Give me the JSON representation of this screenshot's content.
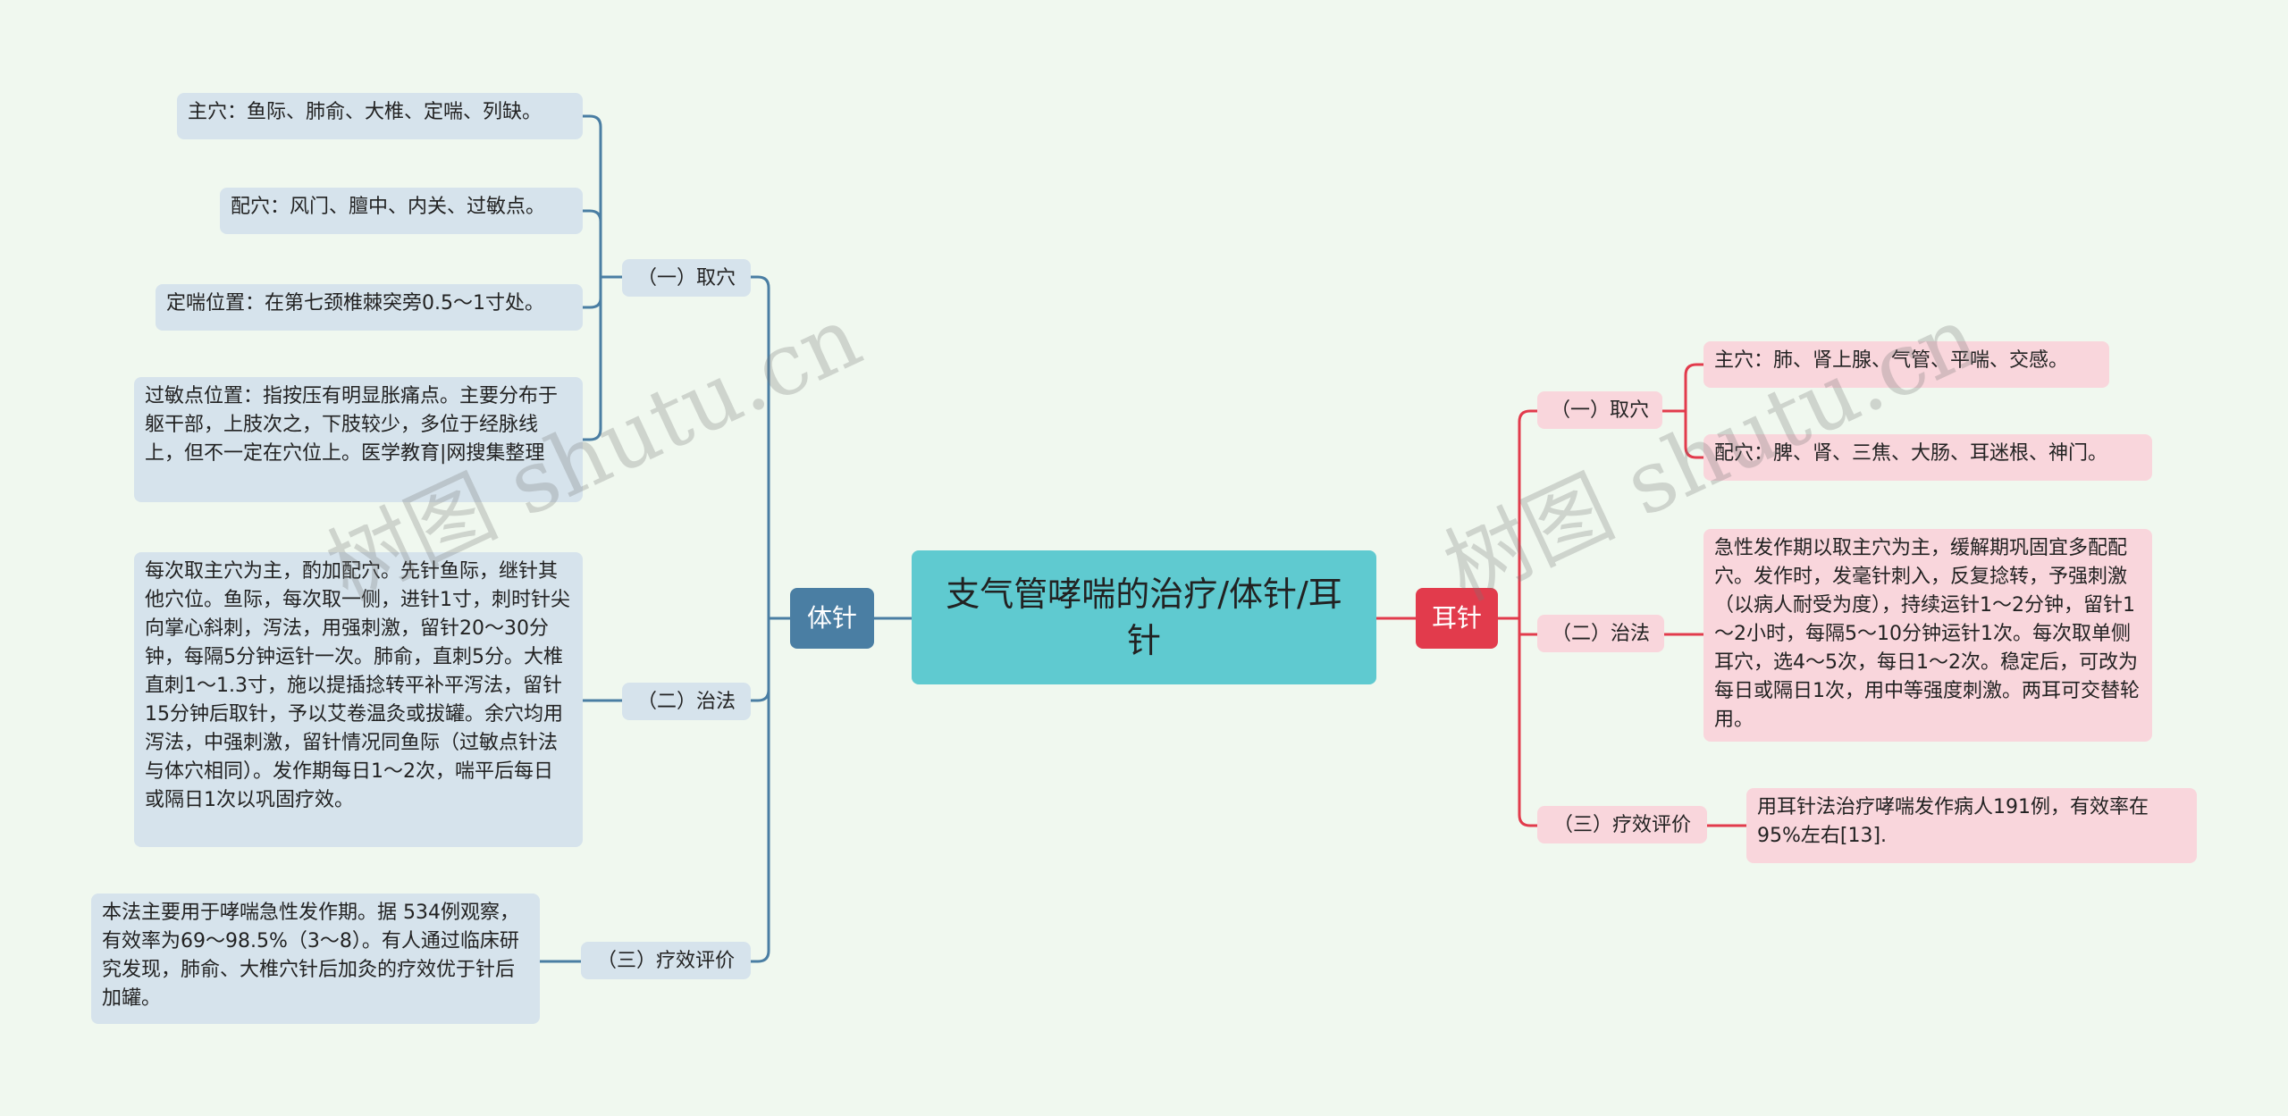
{
  "root": {
    "title": "支气管哮喘的治疗/体针/耳针"
  },
  "colors": {
    "background": "#f0f8ef",
    "root": "#5fcad0",
    "left_main": "#4a7ea3",
    "right_main": "#e23b4c",
    "left_line": "#4a7ea3",
    "right_line": "#e23b4c"
  },
  "left": {
    "label": "体针",
    "branches": [
      {
        "label": "（一）取穴",
        "leaves": [
          "主穴：鱼际、肺俞、大椎、定喘、列缺。",
          "配穴：风门、膻中、内关、过敏点。",
          "定喘位置：在第七颈椎棘突旁0.5～1寸处。",
          "过敏点位置：指按压有明显胀痛点。主要分布于躯干部，上肢次之，下肢较少，多位于经脉线上，但不一定在穴位上。医学教育|网搜集整理"
        ]
      },
      {
        "label": "（二）治法",
        "leaves": [
          "每次取主穴为主，酌加配穴。先针鱼际，继针其他穴位。鱼际，每次取一侧，进针1寸，刺时针尖向掌心斜刺，泻法，用强刺激，留针20～30分钟，每隔5分钟运针一次。肺俞，直刺5分。大椎直刺1～1.3寸，施以提插捻转平补平泻法，留针15分钟后取针，予以艾卷温灸或拔罐。余穴均用泻法，中强刺激，留针情况同鱼际（过敏点针法与体穴相同）。发作期每日1～2次，喘平后每日或隔日1次以巩固疗效。"
        ]
      },
      {
        "label": "（三）疗效评价",
        "leaves": [
          "本法主要用于哮喘急性发作期。据 534例观察，有效率为69～98.5%（3～8）。有人通过临床研究发现，肺俞、大椎穴针后加灸的疗效优于针后加罐。"
        ]
      }
    ]
  },
  "right": {
    "label": "耳针",
    "branches": [
      {
        "label": "（一）取穴",
        "leaves": [
          "主穴：肺、肾上腺、气管、平喘、交感。",
          "配穴：脾、肾、三焦、大肠、耳迷根、神门。"
        ]
      },
      {
        "label": "（二）治法",
        "leaves": [
          "急性发作期以取主穴为主，缓解期巩固宜多配配穴。发作时，发毫针刺入，反复捻转，予强刺激（以病人耐受为度），持续运针1～2分钟，留针1～2小时，每隔5～10分钟运针1次。每次取单侧耳穴，选4～5次，每日1～2次。稳定后，可改为每日或隔日1次，用中等强度刺激。两耳可交替轮用。"
        ]
      },
      {
        "label": "（三）疗效评价",
        "leaves": [
          "用耳针法治疗哮喘发作病人191例，有效率在95%左右[13]."
        ]
      }
    ]
  },
  "watermarks": [
    "树图 shutu.cn",
    "树图 shutu.cn"
  ]
}
